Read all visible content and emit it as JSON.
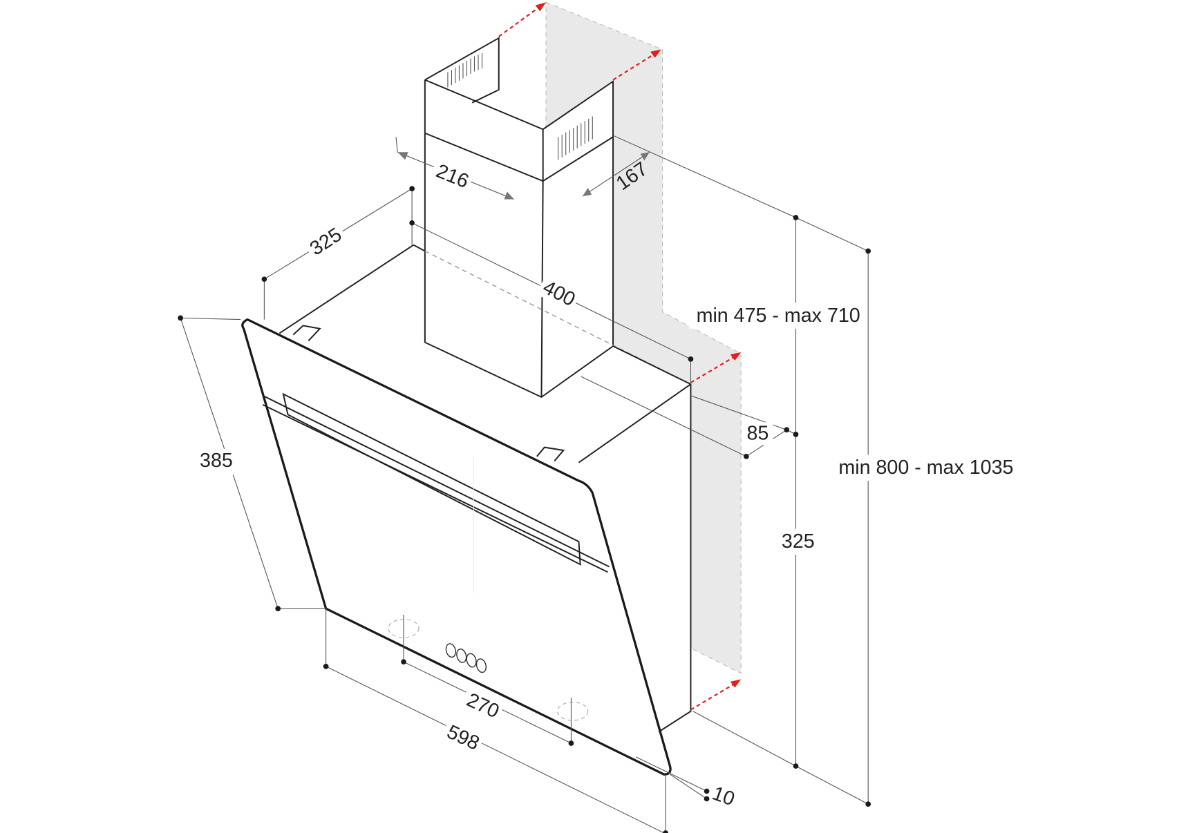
{
  "title": "Cooker hood dimensions diagram",
  "colors": {
    "wall": "#e8e8e8",
    "arrow": "#e0201b",
    "line": "#222222"
  },
  "dimensions": {
    "chimney_width": "216",
    "chimney_depth": "167",
    "body_depth": "325",
    "body_top_width": "400",
    "upper_chimney_range": "min 475 - max 710",
    "wall_offset": "85",
    "total_height_range": "min 800 - max 1035",
    "body_height": "325",
    "glass_height": "385",
    "fixing_distance": "270",
    "total_width": "598",
    "glass_thickness": "10"
  }
}
